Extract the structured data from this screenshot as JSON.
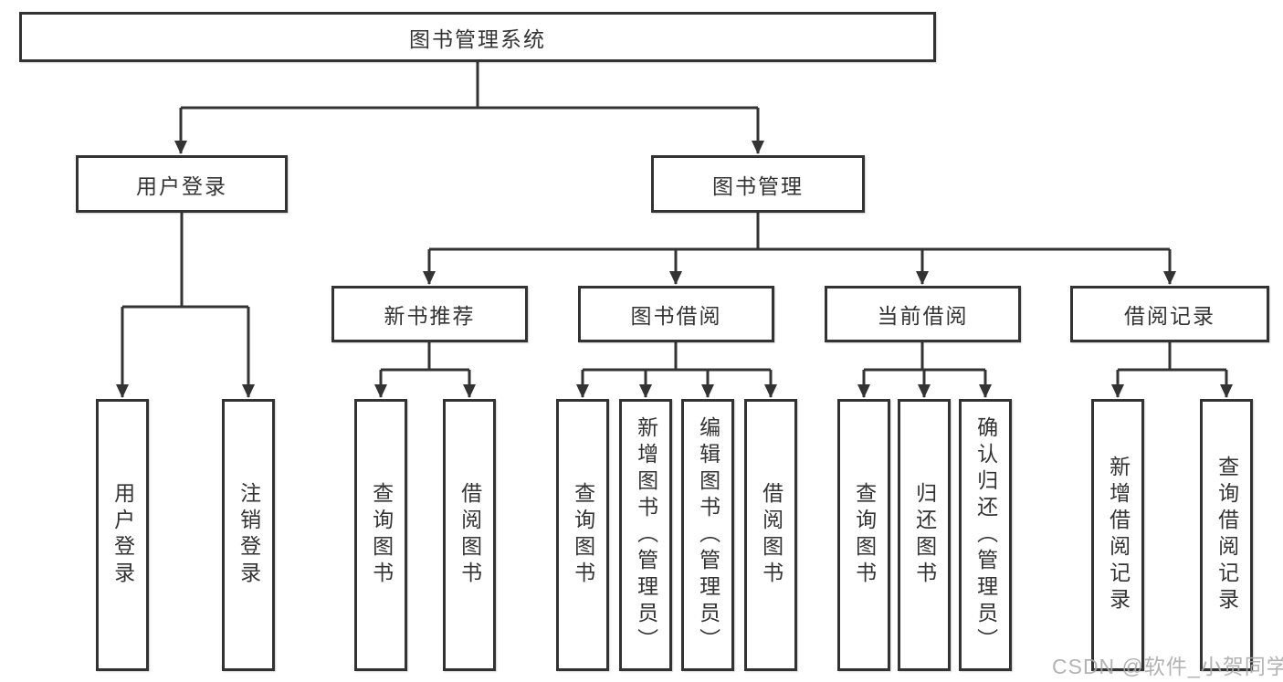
{
  "diagram": {
    "type": "hierarchy-tree",
    "colors": {
      "line": "#333333",
      "box_border": "#333333",
      "text": "#333333",
      "background": "#ffffff",
      "watermark": "#a8a8a8"
    },
    "tree": {
      "root": {
        "label": "图书管理系统"
      },
      "branches": [
        {
          "label": "用户登录",
          "children": [
            {
              "label": "用户登录"
            },
            {
              "label": "注销登录"
            }
          ]
        },
        {
          "label": "图书管理",
          "children": [
            {
              "label": "新书推荐",
              "children": [
                {
                  "label": "查询图书"
                },
                {
                  "label": "借阅图书"
                }
              ]
            },
            {
              "label": "图书借阅",
              "children": [
                {
                  "label": "查询图书"
                },
                {
                  "label": "新增图书（管理员）"
                },
                {
                  "label": "编辑图书（管理员）"
                },
                {
                  "label": "借阅图书"
                }
              ]
            },
            {
              "label": "当前借阅",
              "children": [
                {
                  "label": "查询图书"
                },
                {
                  "label": "归还图书"
                },
                {
                  "label": "确认归还（管理员）"
                }
              ]
            },
            {
              "label": "借阅记录",
              "children": [
                {
                  "label": "新增借阅记录"
                },
                {
                  "label": "查询借阅记录"
                }
              ]
            }
          ]
        }
      ]
    },
    "watermark": {
      "text": "CSDN @软件_小贺同学"
    }
  }
}
